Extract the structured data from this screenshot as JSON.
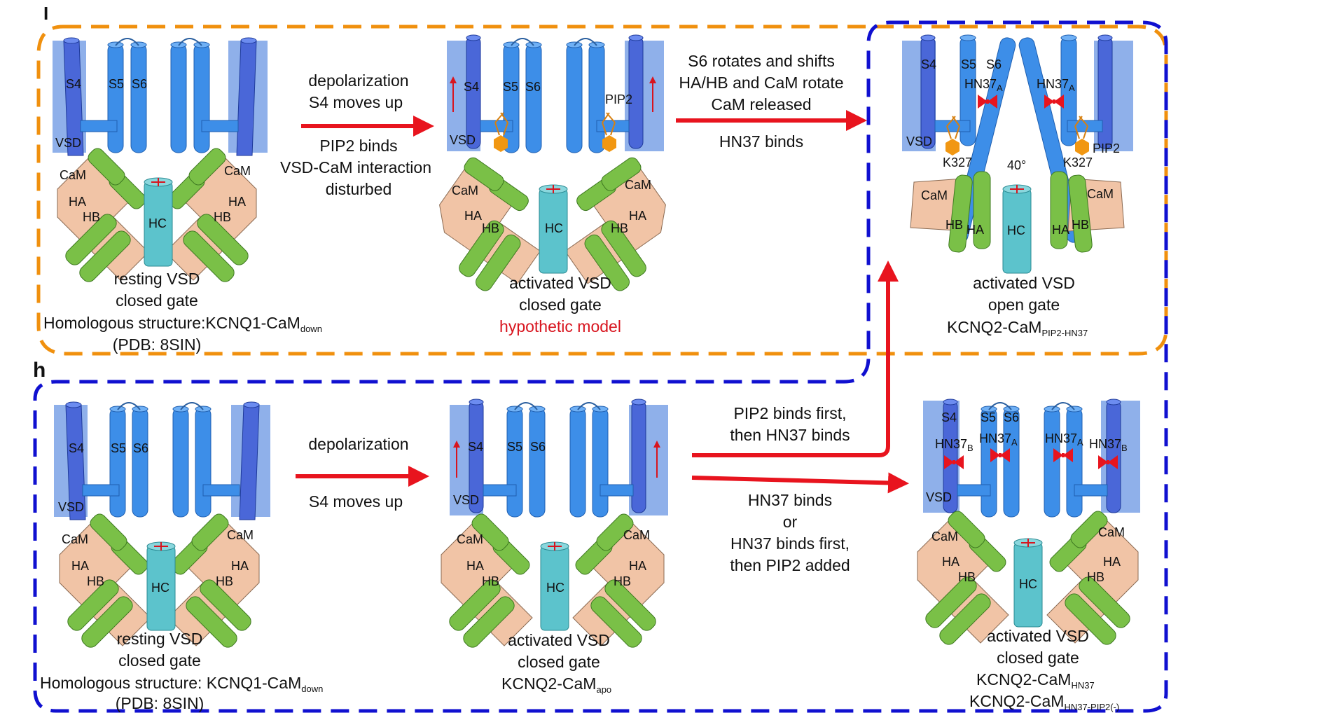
{
  "panel_labels": {
    "top": "I",
    "bottom": "h"
  },
  "colors": {
    "helix_blue": "#3d8ee8",
    "s4_blue": "#4a67d8",
    "vsd_box": "#8fb0ea",
    "cam_peach": "#f1c4a6",
    "helix_green": "#7ac047",
    "hc_teal": "#5cc3cc",
    "arrow_red": "#e8141e",
    "pip2_orange": "#f19712",
    "orange_dash": "#f0900e",
    "blue_dash": "#1010d0"
  },
  "labels": {
    "s4": "S4",
    "s5": "S5",
    "s6": "S6",
    "vsd": "VSD",
    "cam": "CaM",
    "ha": "HA",
    "hb": "HB",
    "hc": "HC",
    "pip2": "PIP2",
    "k327": "K327",
    "angle": "40°",
    "hn37": "HN37",
    "sub_a": "A",
    "sub_b": "B"
  },
  "top_row": {
    "resting": {
      "line1": "resting VSD",
      "line2": "closed gate",
      "line3_main": "Homologous structure:KCNQ1-CaM",
      "line3_sub": "down",
      "line4": "(PDB: 8SIN)"
    },
    "arrow1": {
      "above_1": "depolarization",
      "above_2": "S4 moves up",
      "below_1": "PIP2 binds",
      "below_2": "VSD-CaM interaction",
      "below_3": "disturbed"
    },
    "activated": {
      "line1": "activated VSD",
      "line2": "closed gate",
      "line3": "hypothetic model"
    },
    "arrow2": {
      "above_1": "S6 rotates and shifts",
      "above_2": "HA/HB and CaM rotate",
      "above_3": "CaM released",
      "below_1": "HN37 binds"
    },
    "open": {
      "line1": "activated VSD",
      "line2": "open gate",
      "line3_main": "KCNQ2-CaM",
      "line3_sub": "PIP2-HN37"
    }
  },
  "bottom_row": {
    "resting": {
      "line1": "resting VSD",
      "line2": "closed gate",
      "line3_main": "Homologous structure: KCNQ1-CaM",
      "line3_sub": "down",
      "line4": "(PDB: 8SIN)"
    },
    "arrow1": {
      "above": "depolarization",
      "below": "S4 moves up"
    },
    "activated": {
      "line1": "activated VSD",
      "line2": "closed gate",
      "line3_main": "KCNQ2-CaM",
      "line3_sub": "apo"
    },
    "arrow_up": {
      "label_1": "PIP2 binds first,",
      "label_2": "then HN37 binds"
    },
    "arrow_right": {
      "label_1": "HN37 binds",
      "label_2": "or",
      "label_3": "HN37 binds first,",
      "label_4": "then PIP2 added"
    },
    "hn37_bound": {
      "line1": "activated VSD",
      "line2": "closed gate",
      "line3_main": "KCNQ2-CaM",
      "line3_sub": "HN37",
      "line4_main": "KCNQ2-CaM",
      "line4_sub": "HN37-PIP2(-)"
    }
  }
}
